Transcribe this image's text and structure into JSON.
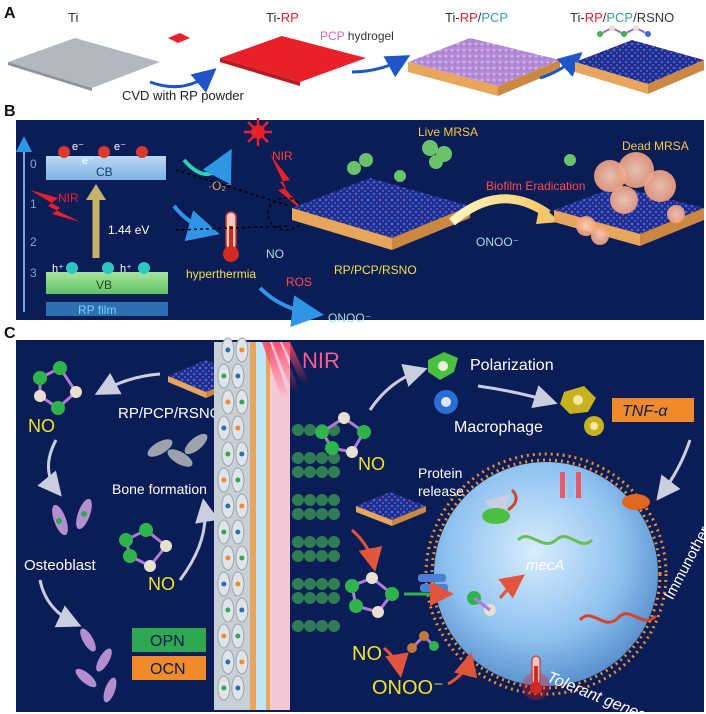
{
  "panelA": {
    "letter": "A",
    "ti": "Ti",
    "ti_rp": {
      "p1": "Ti-",
      "p2": "RP"
    },
    "pcp_hydrogel": {
      "p1": "PCP",
      "p2": " hydrogel"
    },
    "ti_rp_pcp": {
      "p1": "Ti-",
      "p2": "RP",
      "p3": "/",
      "p4": "PCP"
    },
    "ti_rp_pcp_rsno": {
      "p1": "Ti-",
      "p2": "RP",
      "p3": "/",
      "p4": "PCP",
      "p5": "/RSNO"
    },
    "cvd": "CVD with RP powder"
  },
  "panelB": {
    "letter": "B",
    "axis": [
      "0",
      "1",
      "2",
      "3"
    ],
    "electron": "e⁻",
    "hole": "h⁺",
    "cb": "CB",
    "vb": "VB",
    "nir_left": "NIR",
    "bandgap": "1.44 eV",
    "rp_film": "RP film",
    "superoxide": "·O₂⁻",
    "hyperthermia": "hyperthermia",
    "nir_top": "NIR",
    "no": "NO",
    "ros": "ROS",
    "onoo_bottom": "ONOO⁻",
    "live": "Live MRSA",
    "dead": "Dead MRSA",
    "eradication": "Biofilm Eradication",
    "onoo_mid": "ONOO⁻",
    "sample": "RP/PCP/RSNO"
  },
  "panelC": {
    "letter": "C",
    "nir": "NIR",
    "no_top_left": "NO",
    "rp_pcp_rsno": "RP/PCP/RSNO",
    "bone_formation": "Bone formation",
    "osteoblast": "Osteoblast",
    "no_mid_left": "NO",
    "opn": "OPN",
    "ocn": "OCN",
    "no_center": "NO",
    "polarization": "Polarization",
    "macrophage": "Macrophage",
    "tnf": "TNF-α",
    "protein_release": [
      "Protein",
      "release"
    ],
    "meca": "mecA",
    "immunotherapy": "Immunotherapy",
    "no_bottom": "NO",
    "onoo": "ONOO⁻",
    "tolerant": "Tolerant genes"
  },
  "colors": {
    "red": "#e8202a",
    "pink": "#d36bb4",
    "teal": "#3a9f8f",
    "navy": "#0a1d57",
    "yellow": "#f4e323",
    "orange": "#f08a2a",
    "green": "#2fa84f",
    "cyan": "#36c1e8"
  }
}
